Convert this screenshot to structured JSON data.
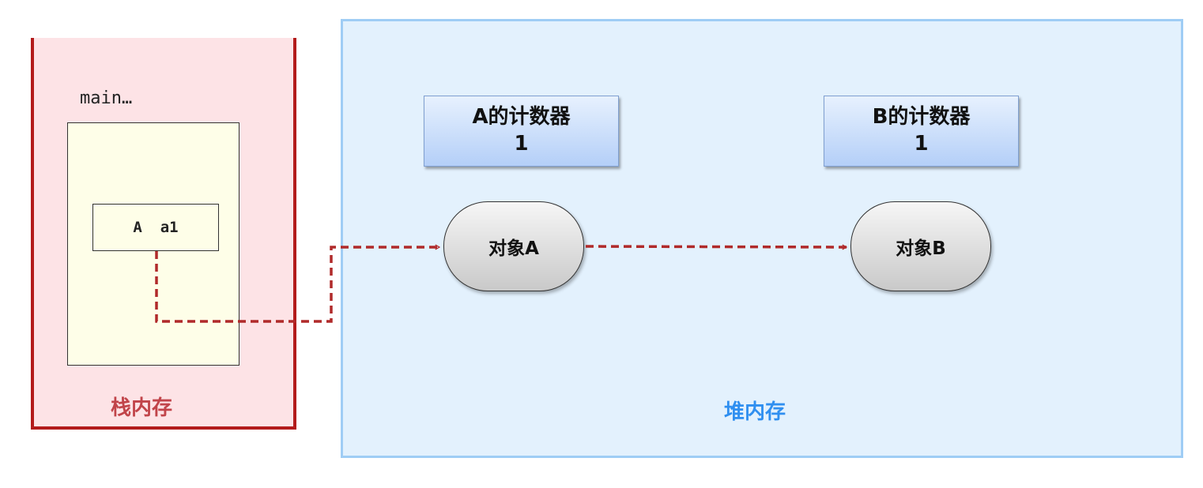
{
  "stack": {
    "frame_label": "main…",
    "variable": "A  a1",
    "label": "栈内存"
  },
  "heap": {
    "label": "堆内存",
    "counters": [
      {
        "title": "A的计数器",
        "value": "1"
      },
      {
        "title": "B的计数器",
        "value": "1"
      }
    ],
    "objects": [
      {
        "label": "对象A"
      },
      {
        "label": "对象B"
      }
    ]
  },
  "colors": {
    "stack_border": "#b31b1b",
    "stack_fill": "#fde3e6",
    "heap_border": "#9fcdf5",
    "heap_fill": "#e3f1fd",
    "reference_arrow": "#b02a2a",
    "stack_label": "#c1444a",
    "heap_label": "#2f8ff0"
  }
}
